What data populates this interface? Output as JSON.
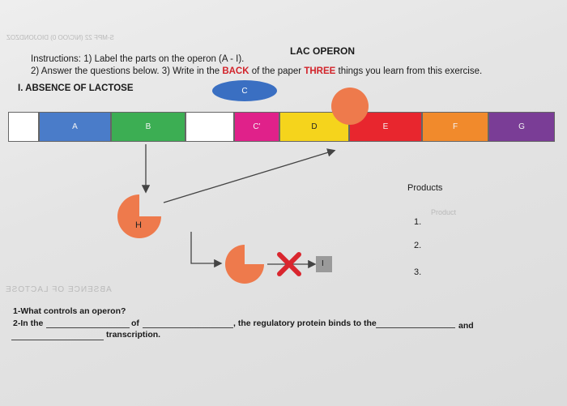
{
  "header": {
    "bleed_text_top": "S-MPF 22 (N/C/OO 0) DIOJONDZOZ",
    "title": "LAC OPERON",
    "instruction_line1": "Instructions: 1) Label the parts on the operon (A - I).",
    "instruction_line2_a": "2) Answer the questions below. 3) Write in the ",
    "instruction_back": "BACK",
    "instruction_line2_b": " of the paper ",
    "instruction_three": "THREE",
    "instruction_line2_c": " things you learn from this exercise."
  },
  "section": {
    "title": "I. ABSENCE OF LACTOSE",
    "bleed_text_bottom": "ABSENCE OF LACTOSE"
  },
  "operon": {
    "repressor_label": "C",
    "segments": [
      {
        "label": "",
        "color": "#ffffff"
      },
      {
        "label": "A",
        "color": "#4a7cc9"
      },
      {
        "label": "B",
        "color": "#3cae53"
      },
      {
        "label": "",
        "color": "#ffffff"
      },
      {
        "label": "C'",
        "color": "#e0218a"
      },
      {
        "label": "D",
        "color": "#f5d41c"
      },
      {
        "label": "E",
        "color": "#e8262e"
      },
      {
        "label": "F",
        "color": "#f18a2c"
      },
      {
        "label": "G",
        "color": "#7a3d96"
      }
    ]
  },
  "diagram": {
    "protein_h_label": "H",
    "box_i_label": "I",
    "products_label": "Products",
    "product_numbers": [
      "1.",
      "2.",
      "3."
    ],
    "ghost_product": "Product",
    "colors": {
      "protein": "#ee7a4c",
      "cross": "#d9262e",
      "box_i": "#9a9a9a",
      "repressor": "#3a6fc2"
    }
  },
  "questions": {
    "q1": "1-What controls an operon?",
    "q2_start": "2-In the",
    "q2_of": "of",
    "q2_mid": ", the regulatory protein binds to the",
    "q2_and": "and",
    "q2_end": "transcription."
  }
}
